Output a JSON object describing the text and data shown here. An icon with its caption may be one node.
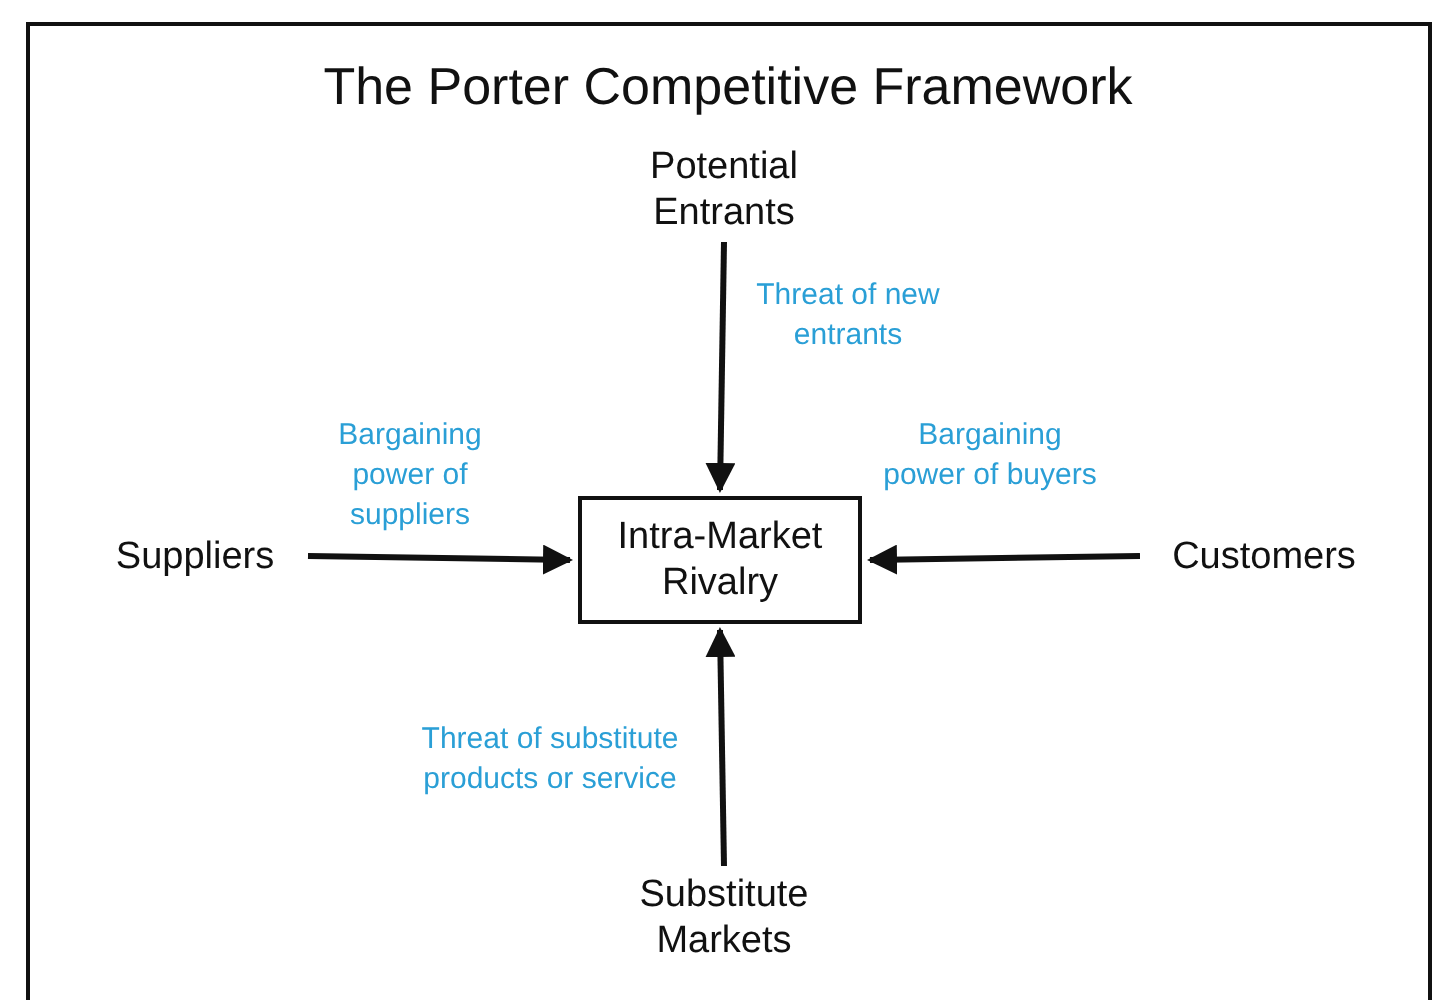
{
  "diagram": {
    "title": "The Porter Competitive Framework",
    "nodes": [
      {
        "text": [
          "Potential Entrants"
        ]
      },
      {
        "text": [
          "Suppliers"
        ]
      },
      {
        "text": [
          "Intra-Market Rivalry"
        ]
      },
      {
        "text": [
          "Customers"
        ]
      },
      {
        "text": [
          "Substitute Markets"
        ]
      }
    ],
    "edges": [
      {
        "from": 0,
        "to": 2,
        "arrow": "to",
        "label": "Threat of new entrants"
      },
      {
        "from": 1,
        "to": 2,
        "arrow": "to",
        "label": "Bargaining power of suppliers"
      },
      {
        "from": 3,
        "to": 2,
        "arrow": "to",
        "label": "Bargaining power of buyers"
      },
      {
        "from": 4,
        "to": 2,
        "arrow": "to",
        "label": "Threat of substitute products or service"
      }
    ]
  }
}
